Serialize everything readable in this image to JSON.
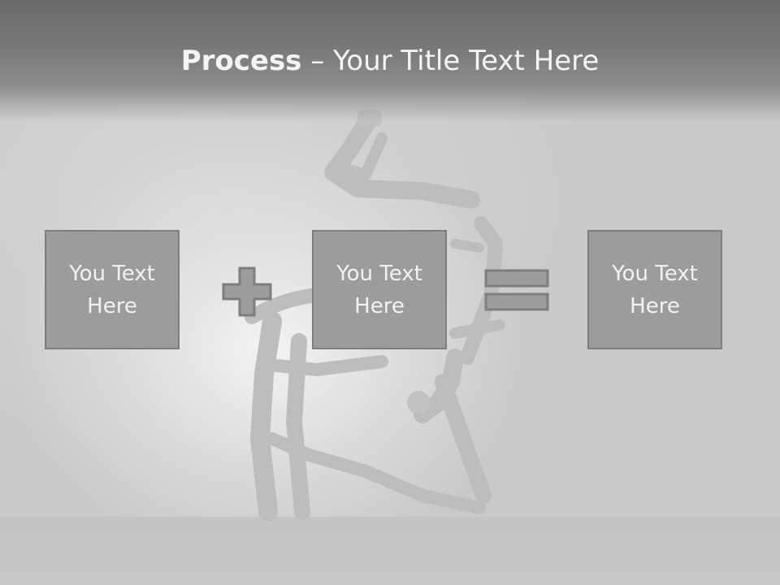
{
  "slide": {
    "title_strong": "Process",
    "title_rest": " – Your Title Text Here",
    "boxes": [
      {
        "text": "You Text Here"
      },
      {
        "text": "You Text Here"
      },
      {
        "text": "You Text Here"
      }
    ],
    "operators": [
      "plus-icon",
      "equals-icon"
    ],
    "colors": {
      "title_bar": "#6a6a6a",
      "title_text": "#f4f4f4",
      "box_fill": "#9c9c9c",
      "box_border": "#7e7e7e",
      "background": "#c9c9c9"
    }
  }
}
